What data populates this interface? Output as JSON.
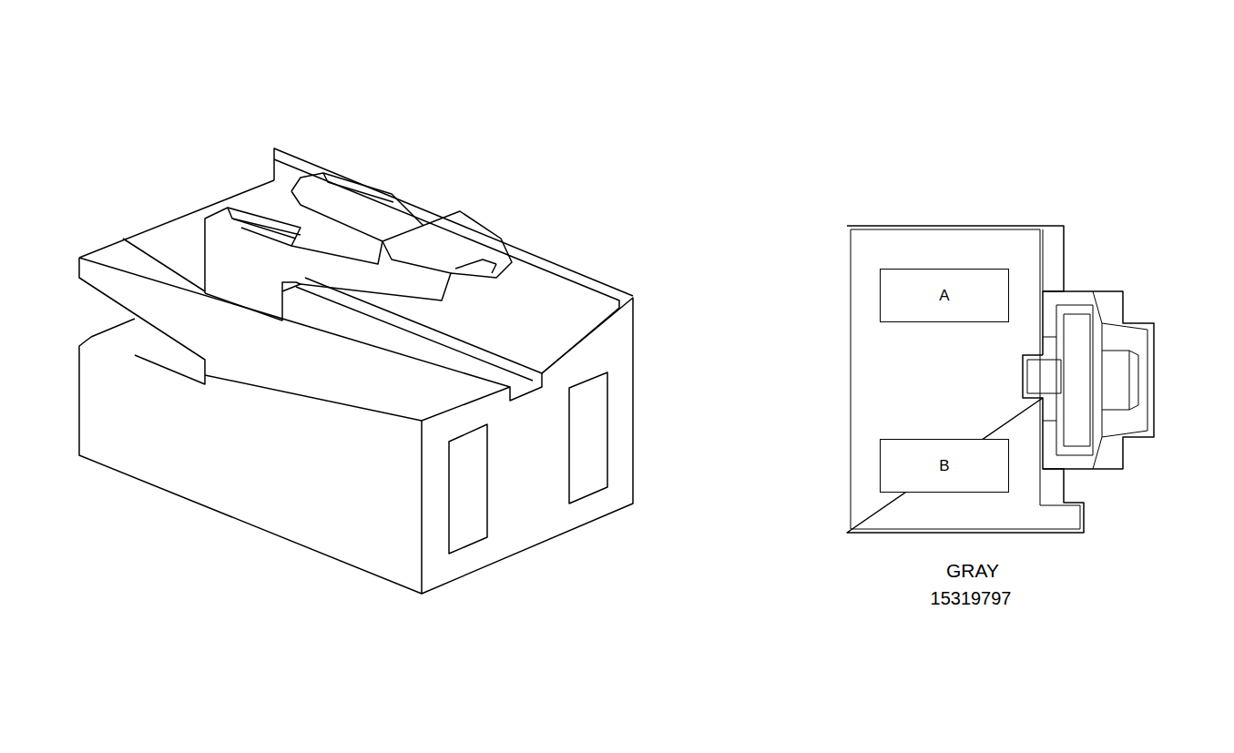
{
  "diagram": {
    "nodes": [
      {
        "text": [
          "A"
        ]
      },
      {
        "text": [
          "B"
        ]
      }
    ],
    "edges": [],
    "labels": [
      "GRAY",
      "15319797"
    ]
  }
}
